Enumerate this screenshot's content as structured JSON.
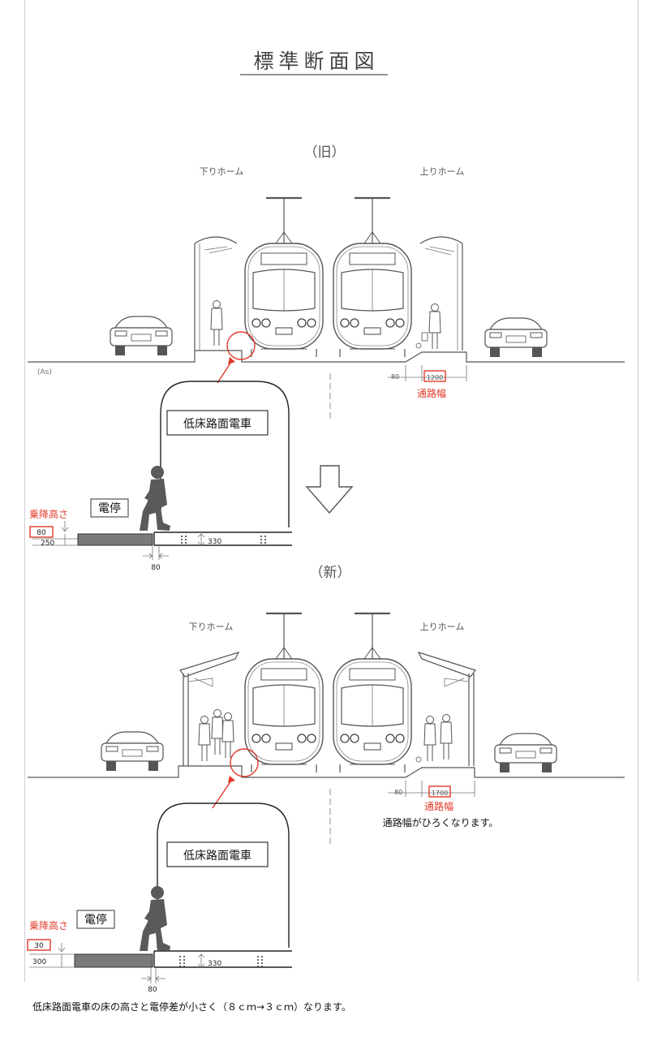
{
  "title": "標準断面図",
  "old": {
    "label": "（旧）",
    "platform_down": "下りホーム",
    "platform_up": "上りホーム",
    "pavement": "(As)",
    "dim_small": "80",
    "passage_width": "1200",
    "passage_label": "通路幅",
    "car_label": "低床路面電車",
    "stop_label": "電停",
    "boarding_height_label": "乗降高さ",
    "boarding_height": "80",
    "stop_height": "250",
    "floor_height": "330",
    "gap": "80"
  },
  "new": {
    "label": "（新）",
    "platform_down": "下りホーム",
    "platform_up": "上りホーム",
    "dim_small": "80",
    "passage_width": "1700",
    "passage_label": "通路幅",
    "note": "通路幅がひろくなります。",
    "car_label": "低床路面電車",
    "stop_label": "電停",
    "boarding_height_label": "乗降高さ",
    "boarding_height": "30",
    "stop_height": "300",
    "floor_height": "330",
    "gap": "80"
  },
  "caption": "低床路面電車の床の高さと電停差が小さく（８ｃｍ→３ｃｍ）なります。",
  "colors": {
    "accent_red": "#e03a2a",
    "ink": "#555555",
    "stop_fill": "#7a7a7a",
    "person_fill": "#5a5a5a"
  }
}
